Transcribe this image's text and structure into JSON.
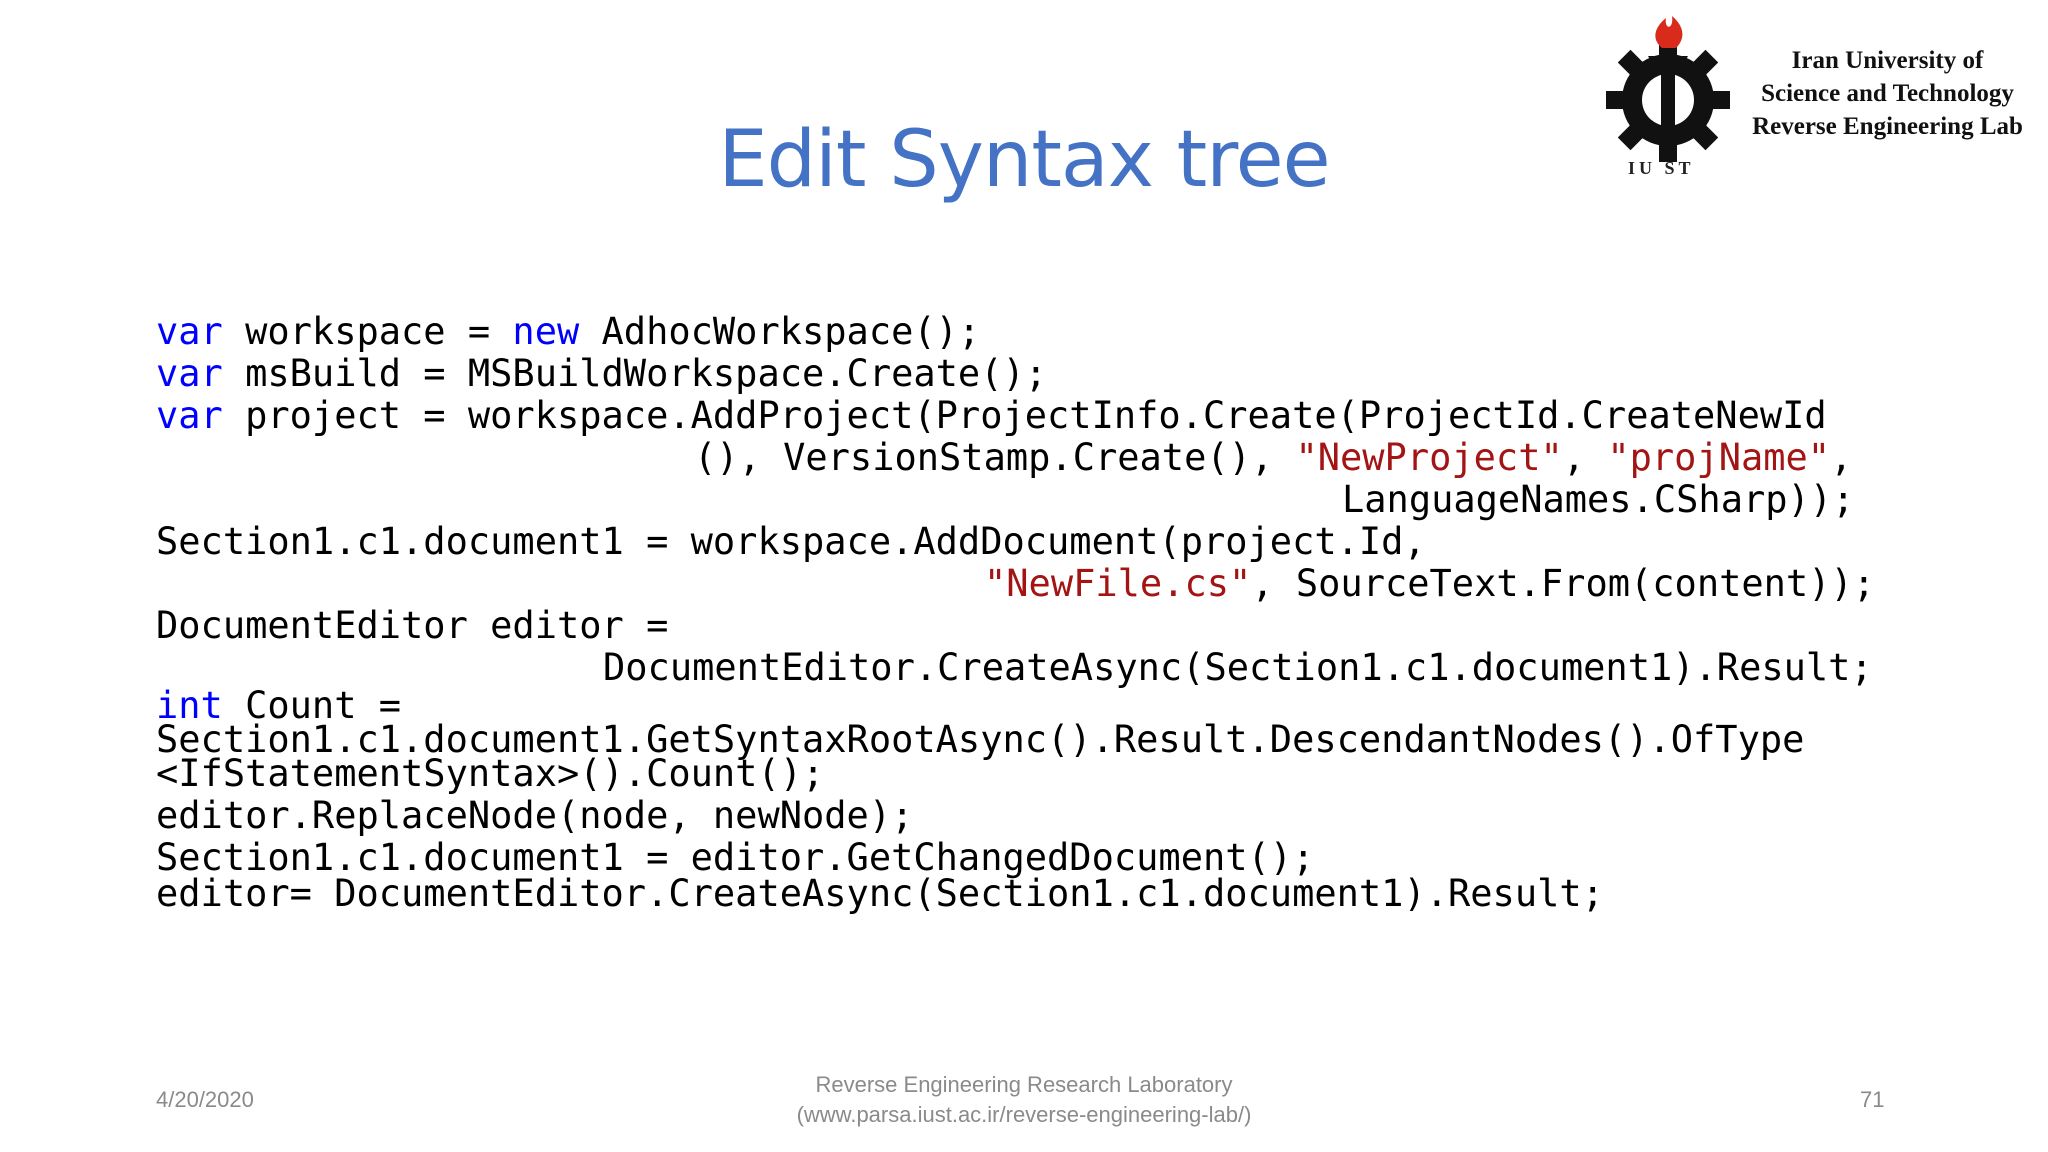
{
  "slide": {
    "title": "Edit Syntax tree"
  },
  "logo": {
    "line1": "Iran University of",
    "line2": "Science and Technology",
    "line3": "Reverse Engineering Lab",
    "abbr": "IU ST",
    "icon": "torch-gear-icon"
  },
  "code": {
    "l1": {
      "kw": "var",
      "a": " workspace = ",
      "kw2": "new",
      "b": " AdhocWorkspace();"
    },
    "l2": {
      "kw": "var",
      "a": " msBuild = MSBuildWorkspace.Create();"
    },
    "l3": {
      "kw": "var",
      "a": " project = workspace.AddProject(ProjectInfo.Create(ProjectId.CreateNewId"
    },
    "l4": {
      "a": "(), VersionStamp.Create(), ",
      "s1": "\"NewProject\"",
      "b": ", ",
      "s2": "\"projName\"",
      "c": ","
    },
    "l5": {
      "a": "LanguageNames.CSharp));"
    },
    "l6": {
      "a": "Section1.c1.document1 = workspace.AddDocument(project.Id,"
    },
    "l7": {
      "s1": "\"NewFile.cs\"",
      "a": ", SourceText.From(content));"
    },
    "l8": {
      "a": "DocumentEditor editor ="
    },
    "l9": {
      "a": "DocumentEditor.CreateAsync(Section1.c1.document1).Result;"
    },
    "l10": {
      "kw": "int",
      "a": " Count ="
    },
    "l11": {
      "a": "Section1.c1.document1.GetSyntaxRootAsync().Result.DescendantNodes().OfType"
    },
    "l12": {
      "a": "<IfStatementSyntax>().Count();"
    },
    "l13": {
      "a": "editor.ReplaceNode(node, newNode);"
    },
    "l14": {
      "a": "Section1.c1.document1 = editor.GetChangedDocument();"
    },
    "l15": {
      "a": "editor= DocumentEditor.CreateAsync(Section1.c1.document1).Result;"
    }
  },
  "footer": {
    "date": "4/20/2020",
    "lab": "Reverse Engineering Research Laboratory",
    "url": "(www.parsa.iust.ac.ir/reverse-engineering-lab/)",
    "page": "71"
  },
  "colors": {
    "title": "#4472c4",
    "keyword": "#0000ff",
    "string": "#a31515",
    "footer": "#8a8a8a"
  }
}
